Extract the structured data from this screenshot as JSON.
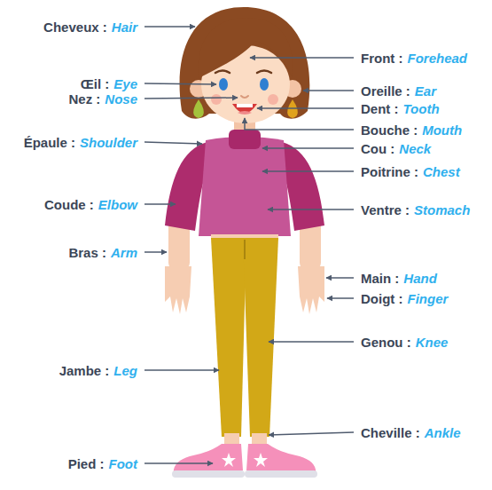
{
  "diagram": {
    "labels": [
      "Cheveux :",
      "Hair",
      "Front :",
      "Forehead",
      "Œil :",
      "Eye",
      "Oreille :",
      "Ear",
      "Nez :",
      "Nose",
      "Dent :",
      "Tooth",
      "Bouche :",
      "Mouth",
      "Épaule :",
      "Shoulder",
      "Cou :",
      "Neck",
      "Poitrine :",
      "Chest",
      "Coude :",
      "Elbow",
      "Ventre :",
      "Stomach",
      "Bras :",
      "Arm",
      "Main :",
      "Hand",
      "Doigt :",
      "Finger",
      "Genou :",
      "Knee",
      "Jambe :",
      "Leg",
      "Cheville :",
      "Ankle",
      "Pied :",
      "Foot"
    ]
  }
}
